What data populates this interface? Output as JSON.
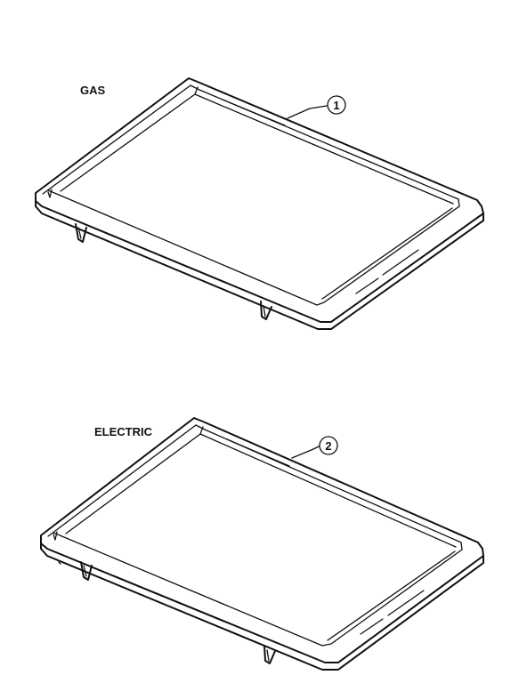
{
  "diagram": {
    "parts": [
      {
        "variant_label": "GAS",
        "callout_number": "1"
      },
      {
        "variant_label": "ELECTRIC",
        "callout_number": "2"
      }
    ]
  }
}
